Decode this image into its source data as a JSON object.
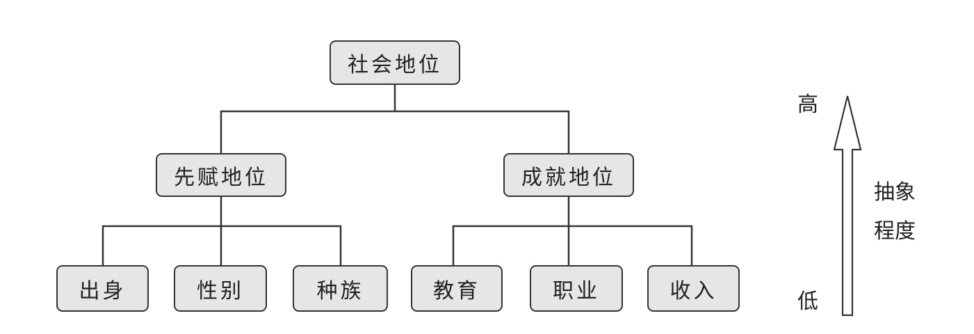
{
  "diagram": {
    "root": "社会地位",
    "branches": [
      {
        "label": "先赋地位",
        "children": [
          "出身",
          "性别",
          "种族"
        ]
      },
      {
        "label": "成就地位",
        "children": [
          "教育",
          "职业",
          "收入"
        ]
      }
    ]
  },
  "scale": {
    "high": "高",
    "low": "低",
    "caption_line1": "抽象",
    "caption_line2": "程度"
  }
}
